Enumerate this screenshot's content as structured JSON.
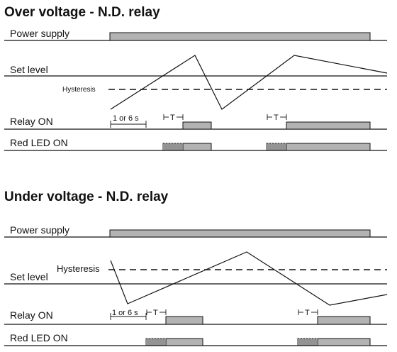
{
  "over": {
    "title": "Over voltage - N.D. relay",
    "power_supply": "Power supply",
    "set_level": "Set level",
    "hysteresis": "Hysteresis",
    "relay_on": "Relay ON",
    "red_led_on": "Red LED ON",
    "delay": "1 or 6 s",
    "t1": "T",
    "t2": "T"
  },
  "under": {
    "title": "Under voltage - N.D. relay",
    "power_supply": "Power supply",
    "set_level": "Set level",
    "hysteresis": "Hysteresis",
    "relay_on": "Relay ON",
    "red_led_on": "Red LED ON",
    "delay": "1 or 6 s",
    "t1": "T",
    "t2": "T"
  },
  "colors": {
    "bar_fill": "#b3b3b3",
    "line": "#111111"
  }
}
